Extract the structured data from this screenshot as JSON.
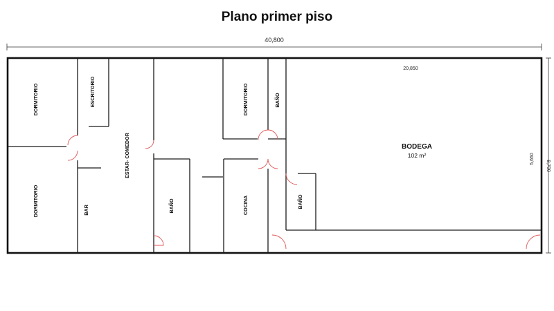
{
  "title": "Plano primer piso",
  "dimensions": {
    "total_width": "40,800",
    "bodega_width": "20,850",
    "bodega_depth": "5,650",
    "total_depth": "8,700"
  },
  "rooms": {
    "dormitorio_1": "DORMITORIO",
    "escritorio": "ESCRITORIO",
    "estar_comedor": "ESTAR- COMEDOR",
    "dormitorio_2": "DORMITORIO",
    "bar": "BAR",
    "bano_1": "BAÑO",
    "dormitorio_3": "DORMITORIO",
    "bano_2": "BAÑO",
    "cocina": "COCINA",
    "bano_3": "BAÑO",
    "bodega": "BODEGA",
    "bodega_area": "102 m²"
  }
}
